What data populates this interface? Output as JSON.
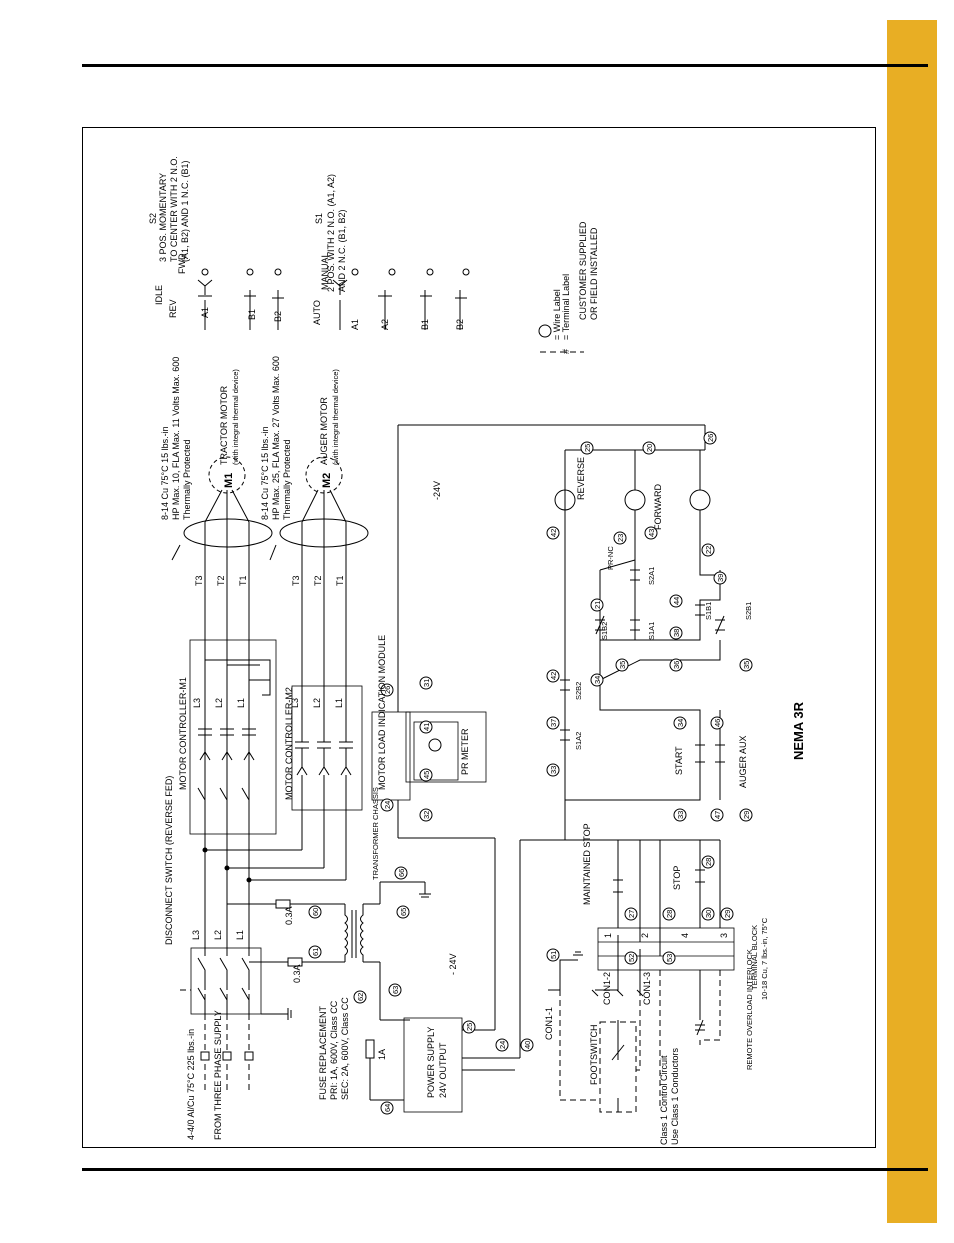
{
  "page": {
    "accent": "#e8ae24",
    "rule_color": "#000000"
  },
  "title": "NEMA 3R",
  "texts": {
    "supply_spec": "4-4/0 Al/Cu 75°C 225 lbs.-in",
    "from_three_phase": "FROM THREE PHASE SUPPLY",
    "disconnect_switch": "DISCONNECT SWITCH (REVERSE FED)",
    "fuse_title": "FUSE REPLACEMENT",
    "fuse_pri": "PRI: 1A, 600V, Class CC",
    "fuse_sec": "SEC: 2A, 600V, Class CC",
    "motor_controller_m1": "MOTOR CONTROLLER-M1",
    "motor_controller_m2": "MOTOR CONTROLLER-M2",
    "m1_wire_spec": "8-14 Cu 75°C 15 lbs.-in",
    "m1_hp_fla": "HP Max. 10, FLA Max. 11 Volts Max. 600",
    "m1_thermal": "Thermally Protected",
    "m2_wire_spec": "8-14 Cu 75°C 15 lbs.-in",
    "m2_hp_fla": "HP Max. 25, FLA Max. 27 Volts Max. 600",
    "m2_thermal": "Thermally Protected",
    "tractor_motor": "TRACTOR MOTOR",
    "auger_motor": "AUGER MOTOR",
    "integral_thermal": "(with integral thermal device)",
    "m1": "M1",
    "m2": "M2",
    "power_supply": "POWER SUPPLY",
    "output_24v": "24V OUTPUT",
    "minus_24v": "- 24V",
    "minus_24v_b": "-24V",
    "one_a": "1A",
    "point3a_a": "0.3A",
    "point3a_b": "0.3A",
    "transformer_chassis": "TRANSFORMER CHASSIS",
    "motor_load_module": "MOTOR LOAD INDICATION MODULE",
    "pr_meter": "PR METER",
    "maintained_stop": "MAINTAINED STOP",
    "stop": "STOP",
    "start": "START",
    "auger_aux": "AUGER AUX",
    "terminal_block": "TERMINAL BLOCK",
    "terminal_block_spec": "10-18 Cu, 7 lbs.-in, 75°C",
    "remote_overload": "REMOTE OVERLOAD INTERLOCK",
    "footswitch": "FOOTSWITCH",
    "con1_1": "CON1-1",
    "con1_2": "CON1-2",
    "con1_3": "CON1-3",
    "class1_a": "Class 1 Control Circuit",
    "class1_b": "Use Class 1 Conductors",
    "reverse": "REVERSE",
    "forward": "FORWARD",
    "pr_nc": "PR-NC",
    "s2_title": "S2",
    "s2_desc_a": "3 POS. MOMENTARY",
    "s2_desc_b": "TO CENTER WITH 2 N.O.",
    "s2_desc_c": "(A1, B2) AND 1 N.C. (B1)",
    "s1_title": "S1",
    "s1_desc_a": "2 POS. WITH 2 N.O. (A1, A2)",
    "s1_desc_b": "AND 2 N.C. (B1, B2)",
    "idle": "IDLE",
    "rev": "REV",
    "fwd": "FWD",
    "auto": "AUTO",
    "manual": "MANUAL",
    "wire_label": "= Wire Label",
    "terminal_label": "= Terminal Label",
    "hash": "#",
    "customer_a": "CUSTOMER SUPPLIED",
    "customer_b": "OR FIELD INSTALLED"
  },
  "switch_labels": [
    "A1",
    "B1",
    "B2",
    "A1",
    "A2",
    "B1",
    "B2"
  ],
  "phase_labels": [
    "L3",
    "L2",
    "L1"
  ],
  "term_labels": [
    "T3",
    "T2",
    "T1"
  ],
  "contact_labels": [
    "S1A1",
    "S2A1",
    "S1B1",
    "S2B1",
    "S1B2",
    "S1A2",
    "S2B2"
  ],
  "tb_numbers": [
    "1",
    "2",
    "4",
    "3"
  ],
  "wire_numbers": [
    "64",
    "63",
    "62",
    "61",
    "60",
    "65",
    "66",
    "25",
    "24",
    "40",
    "52",
    "53",
    "51",
    "27",
    "28",
    "30",
    "29",
    "32",
    "24",
    "26",
    "31",
    "41",
    "45",
    "33",
    "37",
    "42",
    "34",
    "35",
    "36",
    "38",
    "44",
    "21",
    "23",
    "43",
    "42",
    "25",
    "20",
    "22",
    "39",
    "35",
    "47",
    "46",
    "29",
    "26",
    "33",
    "34",
    "28"
  ]
}
